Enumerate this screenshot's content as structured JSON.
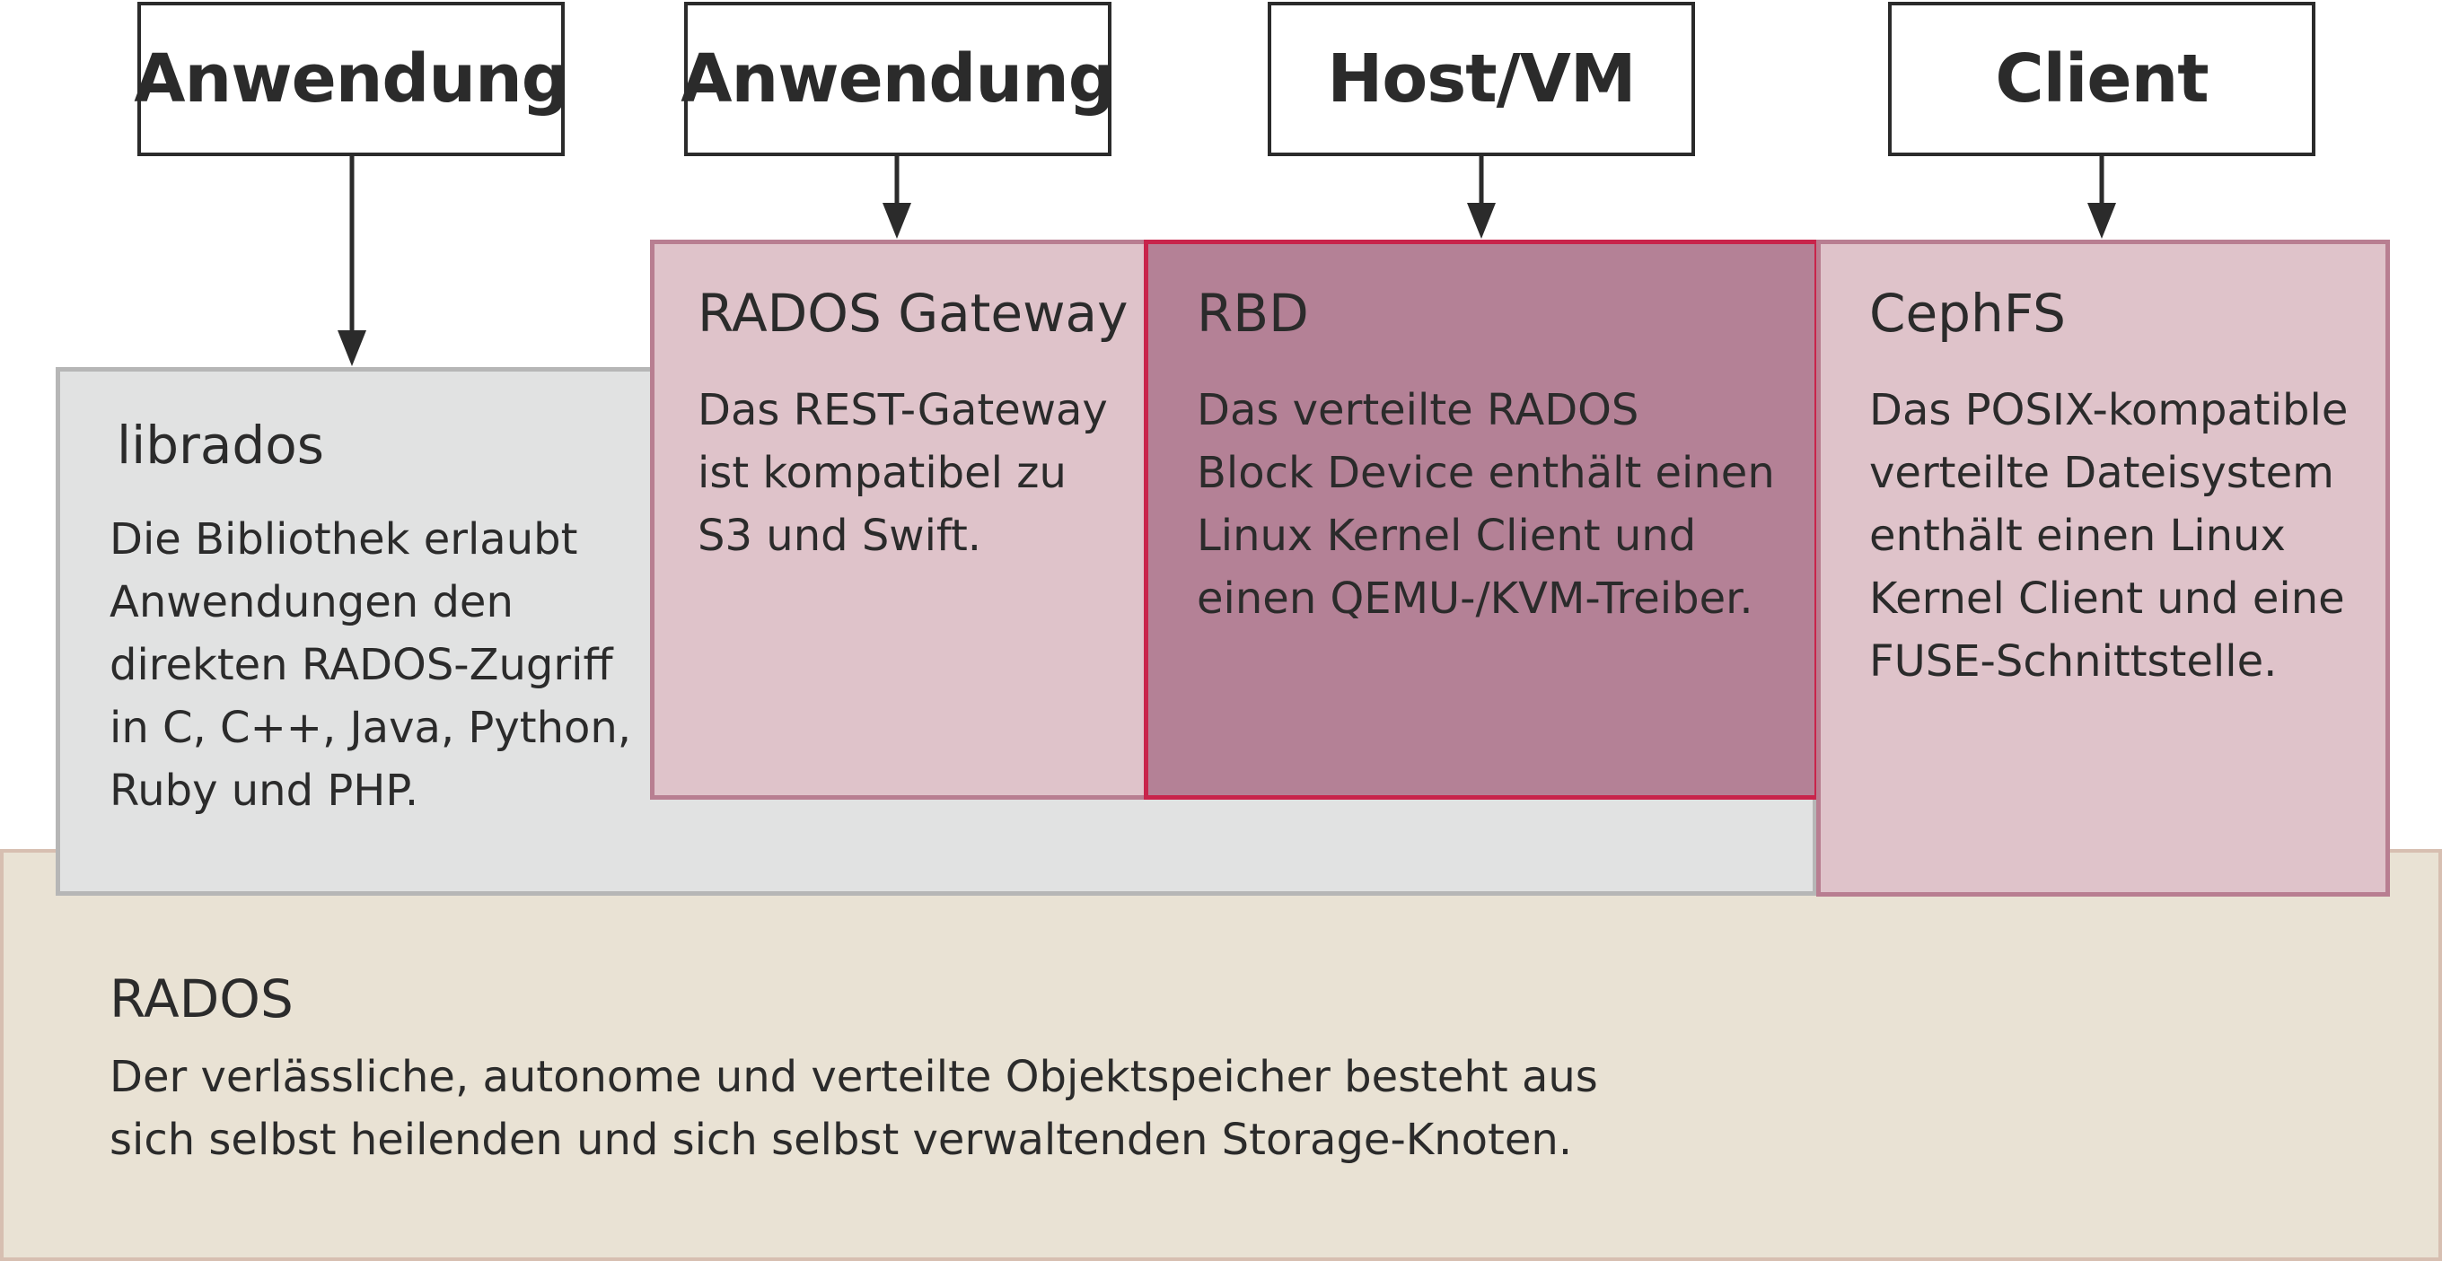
{
  "clients": [
    {
      "label": "Anwendung"
    },
    {
      "label": "Anwendung"
    },
    {
      "label": "Host/VM"
    },
    {
      "label": "Client"
    }
  ],
  "librados": {
    "title": "librados",
    "lines": [
      "Die Bibliothek erlaubt",
      "Anwendungen den",
      "direkten RADOS-Zugriff",
      "in C, C++, Java, Python,",
      "Ruby und PHP."
    ]
  },
  "radosgw": {
    "title": "RADOS Gateway",
    "lines": [
      "Das REST-Gateway",
      "ist kompatibel zu",
      "S3 und Swift."
    ]
  },
  "rbd": {
    "title": "RBD",
    "lines": [
      "Das verteilte RADOS",
      "Block Device enthält einen",
      "Linux Kernel Client und",
      "einen QEMU-/KVM-Treiber."
    ]
  },
  "cephfs": {
    "title": "CephFS",
    "lines": [
      "Das POSIX-kompatible",
      "verteilte Dateisystem",
      "enthält einen Linux",
      "Kernel Client und eine",
      "FUSE-Schnittstelle."
    ]
  },
  "rados": {
    "title": "RADOS",
    "lines": [
      "Der verlässliche, autonome und verteilte Objektspeicher besteht aus",
      "sich selbst heilenden und sich selbst verwaltenden Storage-Knoten."
    ]
  },
  "colors": {
    "stroke": "#2b2b2b",
    "rados_fill": "#e9e2d4",
    "librados_fill": "#e1e2e2",
    "pink_fill": "#dfc3ca",
    "rbd_fill": "#b48196",
    "rbd_border": "#c8244b"
  }
}
